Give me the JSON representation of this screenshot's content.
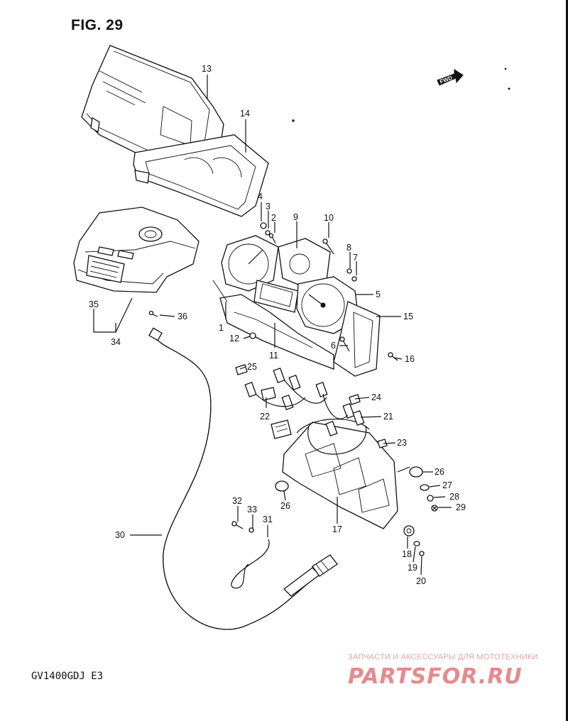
{
  "figure": {
    "title": "FIG. 29",
    "model": "GV1400GDJ  E3",
    "fwd_label": "FWD"
  },
  "watermark": {
    "subtitle": "ЗАПЧАСТИ И АКСЕССУАРЫ ДЛЯ МОТОТЕХНИКИ",
    "brand": "PARTSFOR.RU"
  },
  "callouts": {
    "c1": "1",
    "c2": "2",
    "c3": "3",
    "c4": "4",
    "c5": "5",
    "c6": "6",
    "c7": "7",
    "c8": "8",
    "c9": "9",
    "c10": "10",
    "c11": "11",
    "c12": "12",
    "c13": "13",
    "c14": "14",
    "c15": "15",
    "c16": "16",
    "c17": "17",
    "c18": "18",
    "c19": "19",
    "c20": "20",
    "c21": "21",
    "c22": "22",
    "c23": "23",
    "c24": "24",
    "c25": "25",
    "c26a": "26",
    "c26b": "26",
    "c27": "27",
    "c28": "28",
    "c29": "29",
    "c30": "30",
    "c31": "31",
    "c32": "32",
    "c33": "33",
    "c34": "34",
    "c35": "35",
    "c36": "36"
  }
}
